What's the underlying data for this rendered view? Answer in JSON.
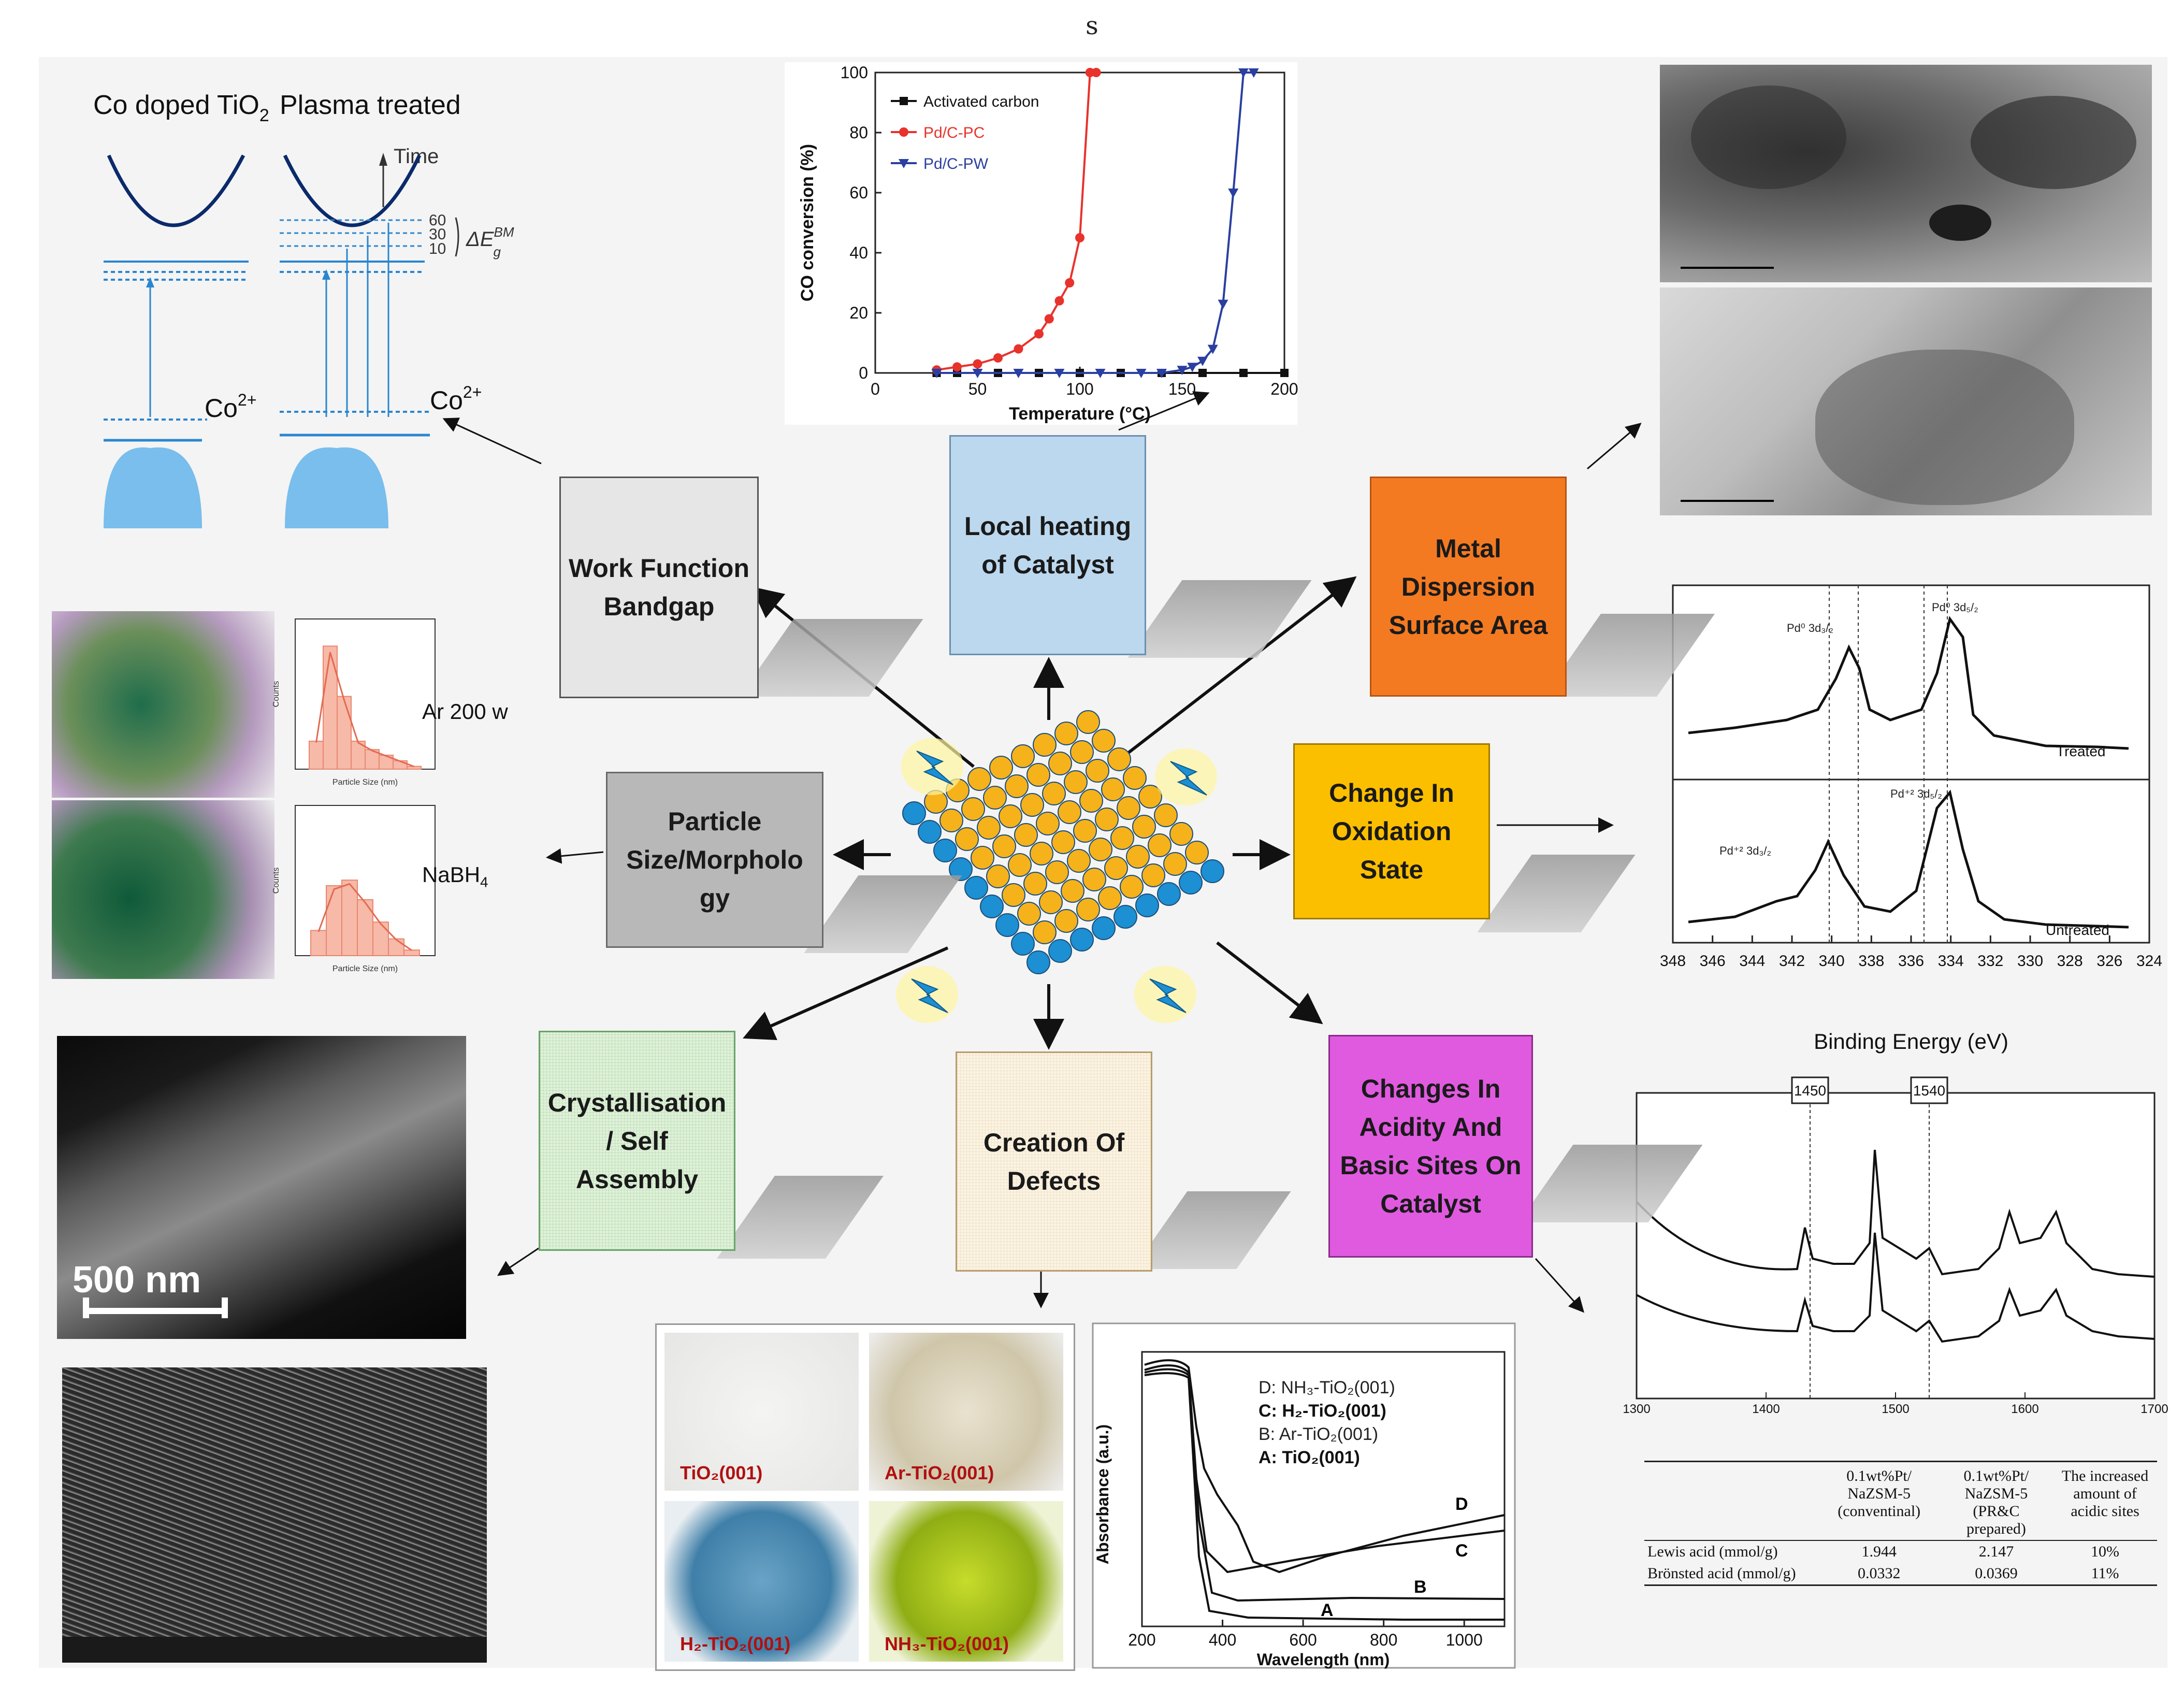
{
  "header": {
    "letter": "s"
  },
  "center_boxes": {
    "work_function": "Work Function Bandgap",
    "local_heating": "Local heating of Catalyst",
    "metal_dispersion": "Metal Dispersion Surface Area",
    "particle_size": "Particle Size/Morpholo gy",
    "oxidation_state": "Change In Oxidation State",
    "crystallisation": "Crystallisation / Self Assembly",
    "defects": "Creation Of Defects",
    "acidity": "Changes In Acidity And Basic Sites On Catalyst"
  },
  "colors": {
    "work_function": "#e6e6e6",
    "local_heating": "#bcd8ee",
    "metal_dispersion": "#f47a22",
    "particle_size": "#b8b8b8",
    "oxidation_state": "#fcbf00",
    "crystallisation": "#dff1d8",
    "defects": "#fbf3e2",
    "acidity": "#e05ae0",
    "atom_blue": "#1d8fd3",
    "atom_gold": "#f6b21b"
  },
  "bandgap_panel": {
    "label_left": "Co doped TiO",
    "label_left_sub": "2",
    "label_right": "Plasma treated",
    "time_label": "Time",
    "levels": [
      "60",
      "30",
      "10"
    ],
    "delta_label": "ΔE",
    "delta_sup": "BM",
    "delta_sub": "g",
    "co_label": "Co",
    "co_sup": "2+"
  },
  "co_chart": {
    "ylabel": "CO conversion (%)",
    "xlabel": "Temperature (°C)",
    "xticks": [
      "0",
      "50",
      "100",
      "150",
      "200"
    ],
    "yticks": [
      "0",
      "20",
      "40",
      "60",
      "80",
      "100"
    ]
  },
  "chart_data": {
    "type": "line",
    "xlabel": "Temperature (°C)",
    "ylabel": "CO conversion (%)",
    "xlim": [
      0,
      200
    ],
    "ylim": [
      0,
      100
    ],
    "series": [
      {
        "name": "Activated carbon",
        "color": "#111111",
        "marker": "square",
        "x": [
          30,
          40,
          60,
          80,
          100,
          120,
          140,
          160,
          180,
          200
        ],
        "y": [
          0,
          0,
          0,
          0,
          0,
          0,
          0,
          0,
          0,
          0
        ]
      },
      {
        "name": "Pd/C-PC",
        "color": "#e8322b",
        "marker": "circle",
        "x": [
          30,
          40,
          50,
          60,
          70,
          80,
          85,
          90,
          95,
          100,
          105,
          108
        ],
        "y": [
          1,
          2,
          3,
          5,
          8,
          13,
          18,
          24,
          30,
          45,
          100,
          100
        ]
      },
      {
        "name": "Pd/C-PW",
        "color": "#2a3fa0",
        "marker": "triangle",
        "x": [
          30,
          50,
          70,
          90,
          110,
          130,
          140,
          150,
          155,
          160,
          165,
          170,
          175,
          180,
          185
        ],
        "y": [
          0,
          0,
          0,
          0,
          0,
          0,
          0,
          1,
          2,
          4,
          8,
          23,
          60,
          100,
          100
        ]
      }
    ]
  },
  "histograms": {
    "top_label": "Ar 200 w",
    "bottom_label": "NaBH",
    "bottom_label_sub": "4",
    "ylabel": "Counts",
    "xlabel": "Particle Size (nm)",
    "top_values": [
      10,
      44,
      26,
      10,
      7,
      5,
      3,
      1
    ],
    "bottom_values": [
      9,
      25,
      27,
      20,
      12,
      6,
      2
    ]
  },
  "xps": {
    "treated_label": "Treated",
    "untreated_label": "Untreated",
    "pd0_a": "Pd⁰ 3d₃/₂",
    "pd0_b": "Pd⁰ 3d₅/₂",
    "pd2_a": "Pd⁺² 3d₃/₂",
    "pd2_b": "Pd⁺² 3d₅/₂",
    "xlabel": "Binding Energy (eV)",
    "xticks": [
      "348",
      "346",
      "344",
      "342",
      "340",
      "338",
      "336",
      "334",
      "332",
      "330",
      "328",
      "326",
      "324"
    ]
  },
  "ir": {
    "peak_a": "1450",
    "peak_b": "1540",
    "xticks": [
      "1300",
      "1400",
      "1500",
      "1600",
      "1700"
    ]
  },
  "acid_table": {
    "headers": [
      "",
      "0.1wt%Pt/ NaZSM-5 (conventinal)",
      "0.1wt%Pt/ NaZSM-5 (PR&C prepared)",
      "The increased amount of acidic sites"
    ],
    "rows": [
      [
        "Lewis acid (mmol/g)",
        "1.944",
        "2.147",
        "10%"
      ],
      [
        "Brönsted acid (mmol/g)",
        "0.0332",
        "0.0369",
        "11%"
      ]
    ]
  },
  "sem": {
    "scale_label": "500 nm"
  },
  "tio2_photos": {
    "labels": [
      "TiO",
      "Ar-TiO",
      "H",
      "NH"
    ],
    "full": [
      "TiO₂(001)",
      "Ar-TiO₂(001)",
      "H₂-TiO₂(001)",
      "NH₃-TiO₂(001)"
    ]
  },
  "absorbance": {
    "ylabel": "Absorbance (a.u.)",
    "xlabel": "Wavelength (nm)",
    "xticks": [
      "200",
      "400",
      "600",
      "800",
      "1000"
    ],
    "legend": [
      "D: NH₃-TiO₂(001)",
      "C: H₂-TiO₂(001)",
      "B: Ar-TiO₂(001)",
      "A: TiO₂(001)"
    ],
    "curve_labels": [
      "D",
      "C",
      "B",
      "A"
    ]
  }
}
